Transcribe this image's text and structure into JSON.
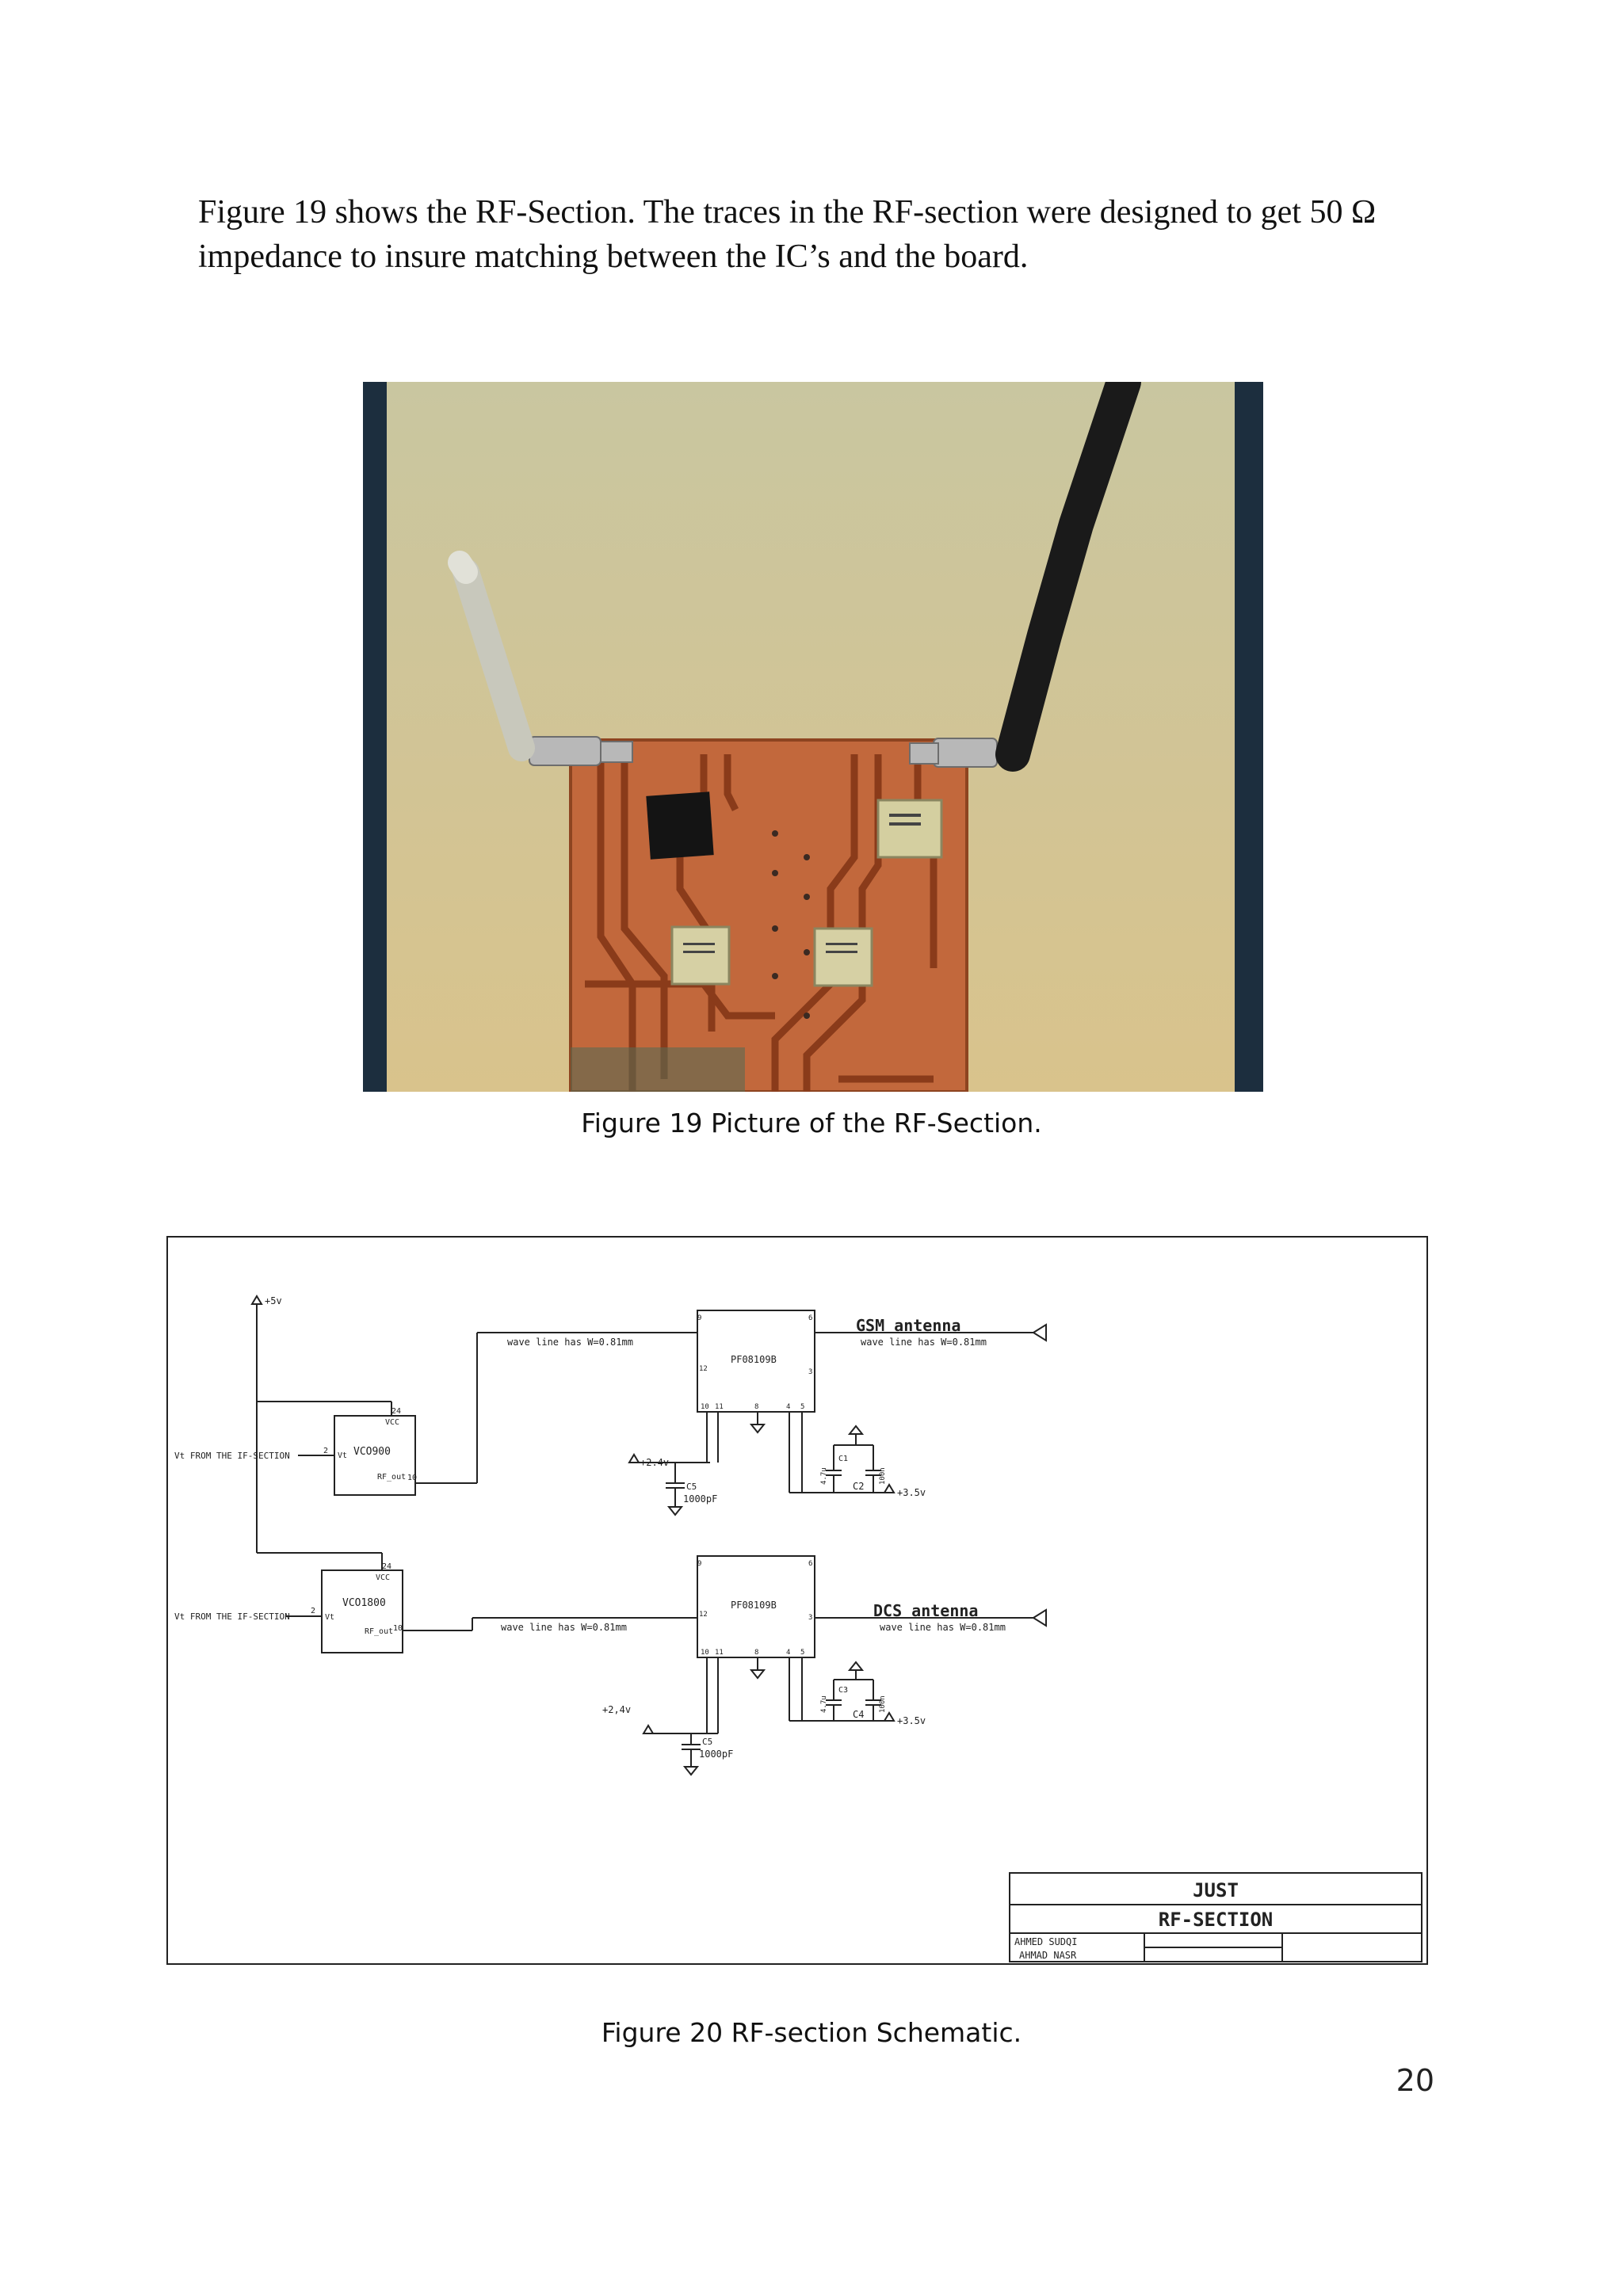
{
  "body_paragraph": "Figure 19 shows the RF-Section. The traces in the RF-section were designed to get 50 Ω impedance to insure matching between the IC’s and the board.",
  "figure19": {
    "caption": "Figure 19 Picture of the RF-Section."
  },
  "figure20": {
    "caption": "Figure 20 RF-section Schematic.",
    "labels": {
      "v5": "+5v",
      "vt_from_if_1": "Vt FROM THE IF-SECTION",
      "vt_from_if_2": "Vt FROM THE IF-SECTION",
      "vco900": "VCO900",
      "vco1800": "VCO1800",
      "vcc": "VCC",
      "vt": "Vt",
      "rf_out": "RF_out",
      "pin24": "24",
      "pin10": "10",
      "pin2": "2",
      "wave_gsm_in": "wave line has W=0.81mm",
      "wave_gsm_out": "wave line has W=0.81mm",
      "wave_dcs_in": "wave line has W=0.81mm",
      "wave_dcs_out": "wave line has W=0.81mm",
      "pf1": "PF08109B",
      "pf2": "PF08109B",
      "gsm_antenna": "GSM antenna",
      "dcs_antenna": "DCS antenna",
      "v24_top": "+2.4v",
      "v24_bot": "+2,4v",
      "v35_top": "+3.5v",
      "v35_bot": "+3.5v",
      "c5_top": "C5",
      "c5_bot": "C5",
      "cap_top": "1000pF",
      "cap_bot": "1000pF",
      "c1": "C1",
      "c2": "C2",
      "c3": "C3",
      "c4": "C4",
      "cap47": "4.7u",
      "cap100": "100n",
      "pin9": "9",
      "pin6": "6",
      "pin12": "12",
      "pin3": "3",
      "pin8": "8",
      "pin4": "4",
      "pin5": "5",
      "pin11": "11",
      "title_org": "JUST",
      "title_name": "RF-SECTION",
      "author1": "AHMED SUDQI",
      "author2": "AHMAD NASR"
    }
  },
  "page_number": "20"
}
